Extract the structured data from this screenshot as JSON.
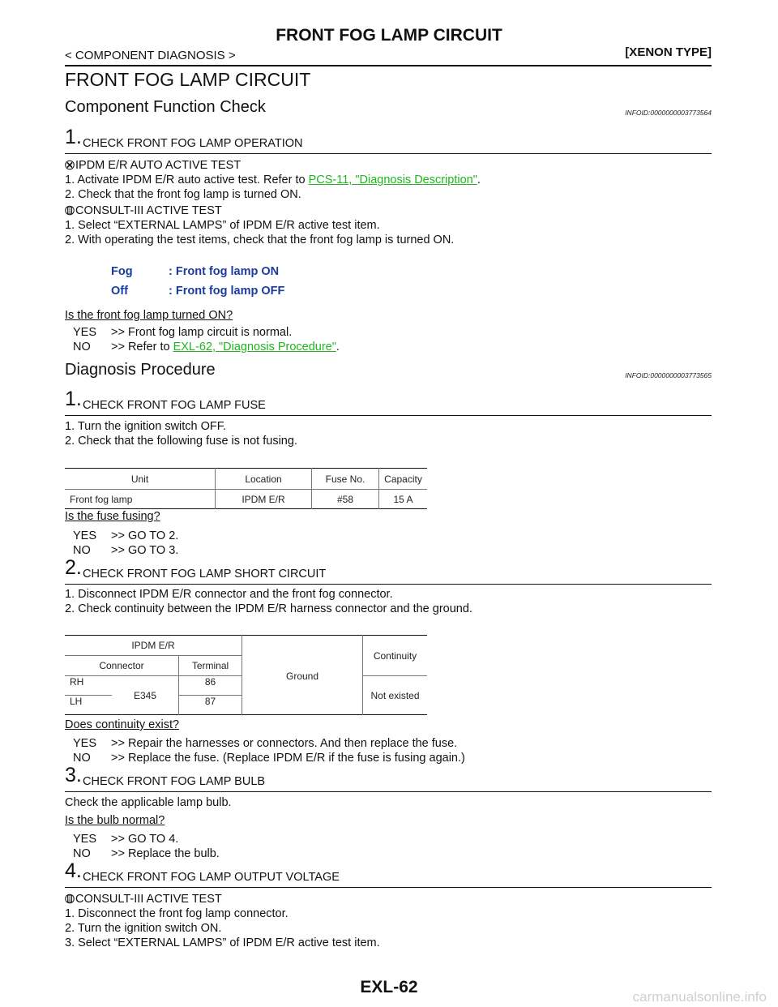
{
  "header": {
    "title": "FRONT FOG LAMP CIRCUIT",
    "breadcrumb": "< COMPONENT DIAGNOSIS >",
    "type": "[XENON TYPE]"
  },
  "page_title": "FRONT FOG LAMP CIRCUIT",
  "cfc": {
    "heading": "Component Function Check",
    "infoid": "INFOID:0000000003773564",
    "step1": {
      "num": "1.",
      "text": "CHECK FRONT FOG LAMP OPERATION"
    },
    "ipdm_label": "IPDM E/R AUTO ACTIVE TEST",
    "ipdm1_pre": "1. Activate IPDM E/R auto active test. Refer to ",
    "ipdm1_link": "PCS-11, \"Diagnosis Description\"",
    "ipdm1_post": ".",
    "ipdm2": "2. Check that the front fog lamp is turned ON.",
    "consult_label": "CONSULT-III ACTIVE TEST",
    "consult1": "1. Select “EXTERNAL LAMPS” of IPDM E/R active test item.",
    "consult2": "2. With operating the test items, check that the front fog lamp is turned ON.",
    "spec": [
      {
        "k": "Fog",
        "v": ": Front fog lamp ON"
      },
      {
        "k": "Off",
        "v": ": Front fog lamp OFF"
      }
    ],
    "question": "Is the front fog lamp turned ON?",
    "yes_key": "YES",
    "yes_text": ">> Front fog lamp circuit is normal.",
    "no_key": "NO",
    "no_pre": ">> Refer to ",
    "no_link": "EXL-62, \"Diagnosis Procedure\"",
    "no_post": "."
  },
  "dp": {
    "heading": "Diagnosis Procedure",
    "infoid": "INFOID:0000000003773565",
    "s1": {
      "num": "1.",
      "text": "CHECK FRONT FOG LAMP FUSE"
    },
    "s1_l1": "1. Turn the ignition switch OFF.",
    "s1_l2": "2. Check that the following fuse is not fusing.",
    "fuse_table": {
      "headers": [
        "Unit",
        "Location",
        "Fuse No.",
        "Capacity"
      ],
      "row": [
        "Front fog lamp",
        "IPDM  E/R",
        "#58",
        "15 A"
      ]
    },
    "s1_q": "Is the fuse fusing?",
    "s1_yes_key": "YES",
    "s1_yes": ">> GO TO 2.",
    "s1_no_key": "NO",
    "s1_no": ">> GO TO 3.",
    "s2": {
      "num": "2.",
      "text": "CHECK FRONT FOG LAMP SHORT CIRCUIT"
    },
    "s2_l1": "1. Disconnect IPDM E/R connector and the front fog connector.",
    "s2_l2": "2. Check continuity between the IPDM E/R harness connector and the ground.",
    "cont_table": {
      "ipdm": "IPDM E/R",
      "connector": "Connector",
      "terminal": "Terminal",
      "ground": "Ground",
      "continuity": "Continuity",
      "rh": "RH",
      "lh": "LH",
      "conn_id": "E345",
      "t_rh": "86",
      "t_lh": "87",
      "result": "Not existed"
    },
    "s2_q": "Does continuity exist?",
    "s2_yes_key": "YES",
    "s2_yes": ">> Repair the harnesses or connectors. And then replace the fuse.",
    "s2_no_key": "NO",
    "s2_no": ">> Replace the fuse. (Replace IPDM E/R if the fuse is fusing again.)",
    "s3": {
      "num": "3.",
      "text": "CHECK FRONT FOG LAMP BULB"
    },
    "s3_l1": "Check the applicable lamp bulb.",
    "s3_q": "Is the bulb normal?",
    "s3_yes_key": "YES",
    "s3_yes": ">> GO TO 4.",
    "s3_no_key": "NO",
    "s3_no": ">> Replace the bulb.",
    "s4": {
      "num": "4.",
      "text": "CHECK FRONT FOG LAMP OUTPUT VOLTAGE"
    },
    "s4_label": "CONSULT-III ACTIVE TEST",
    "s4_l1": "1. Disconnect the front fog lamp connector.",
    "s4_l2": "2. Turn the ignition switch ON.",
    "s4_l3": "3. Select “EXTERNAL LAMPS” of IPDM E/R active test item."
  },
  "footer": {
    "page": "EXL-62"
  },
  "watermark": "carmanualsonline.info",
  "colors": {
    "link": "#21b521",
    "spec": "#1b3b9e"
  }
}
